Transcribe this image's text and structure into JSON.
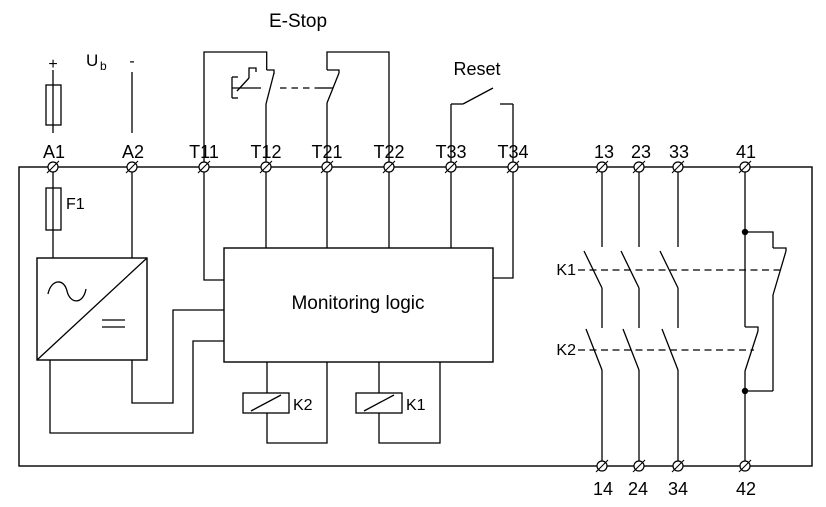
{
  "diagram": {
    "estop_label": "E-Stop",
    "reset_label": "Reset",
    "supply_plus": "+",
    "supply_voltage": "U",
    "supply_voltage_sub": "b",
    "supply_minus": "-",
    "fuse_label": "F1",
    "logic_box_label": "Monitoring logic",
    "relay_contact_rows": [
      {
        "label": "K1"
      },
      {
        "label": "K2"
      }
    ],
    "relay_coils": [
      {
        "label": "K2"
      },
      {
        "label": "K1"
      }
    ],
    "terminals_top": [
      {
        "label": "A1"
      },
      {
        "label": "A2"
      },
      {
        "label": "T11"
      },
      {
        "label": "T12"
      },
      {
        "label": "T21"
      },
      {
        "label": "T22"
      },
      {
        "label": "T33"
      },
      {
        "label": "T34"
      },
      {
        "label": "13"
      },
      {
        "label": "23"
      },
      {
        "label": "33"
      },
      {
        "label": "41"
      }
    ],
    "terminals_bottom": [
      {
        "label": "14"
      },
      {
        "label": "24"
      },
      {
        "label": "34"
      },
      {
        "label": "42"
      }
    ]
  },
  "colors": {
    "line": "#000000",
    "background": "#ffffff"
  }
}
